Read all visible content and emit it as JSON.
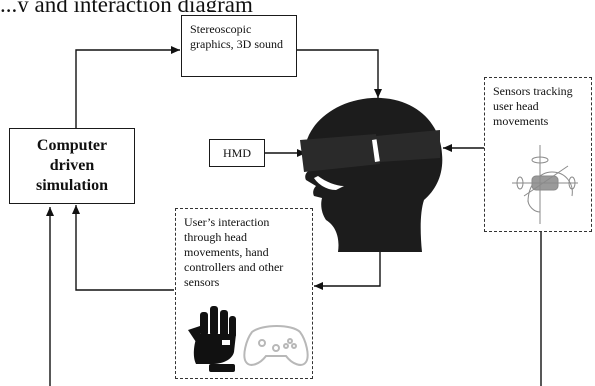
{
  "diagram": {
    "top_caption": "...y and interaction diagram",
    "nodes": {
      "graphics": "Stereoscopic graphics, 3D sound",
      "computer": "Computer driven simulation",
      "hmd": "HMD",
      "sensors": "Sensors tracking user head movements",
      "interaction": "User’s interaction through head movements, hand controllers and other sensors"
    },
    "icons": [
      "vr-headset-head-icon",
      "hand-glove-icon",
      "game-controller-icon",
      "head-tracking-axes-icon"
    ]
  }
}
